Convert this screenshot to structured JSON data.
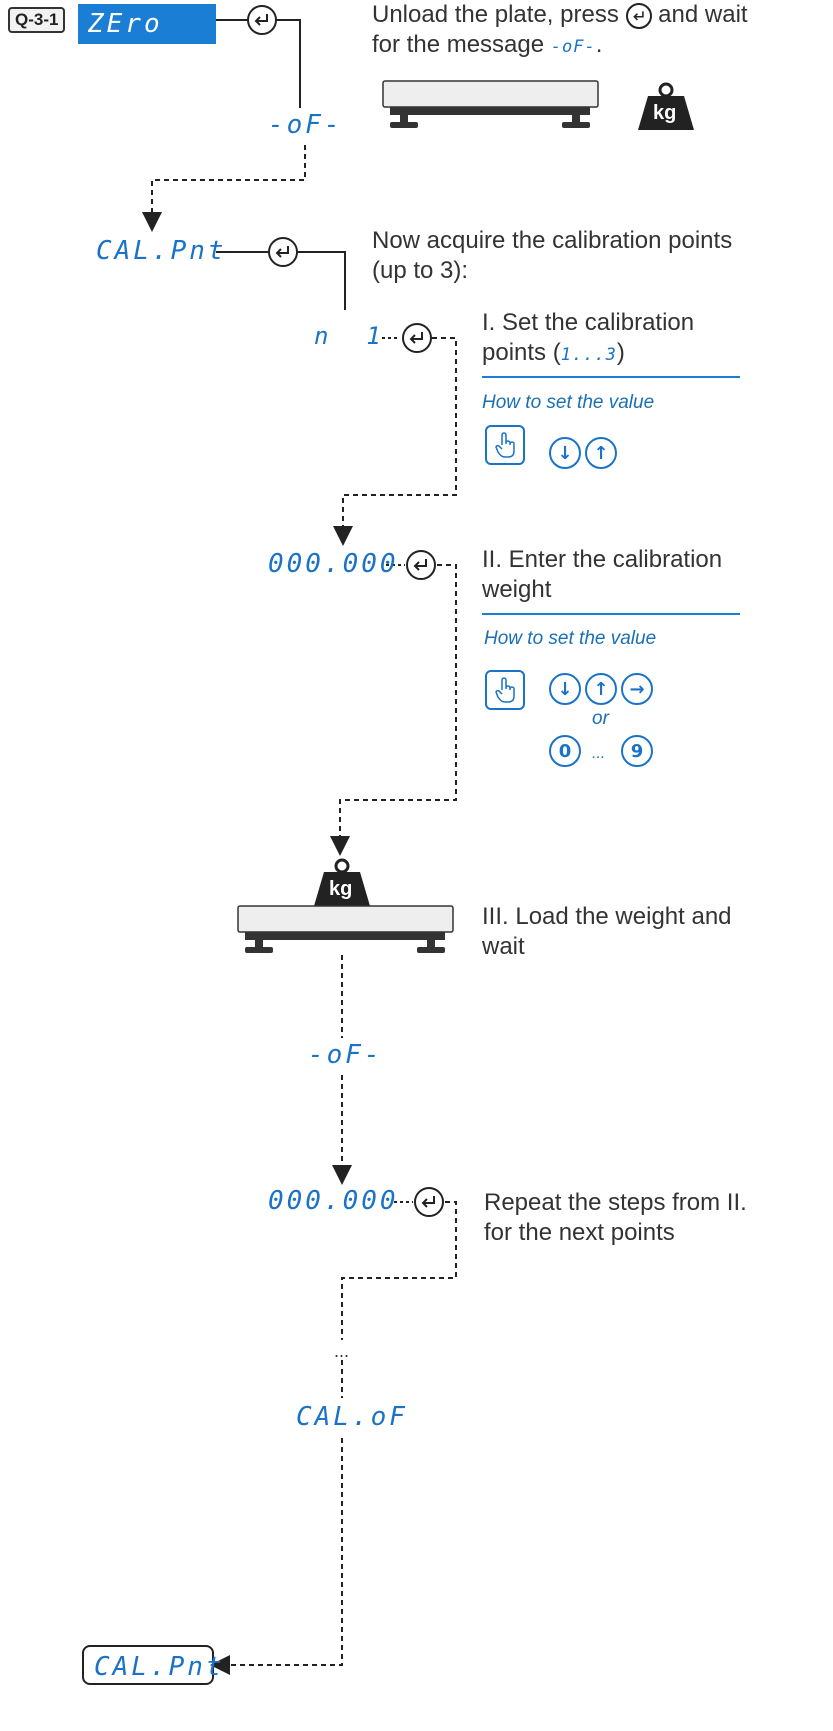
{
  "tag": "Q-3-1",
  "displays": {
    "zero": "ZEro",
    "off_top": "-oF-",
    "cal_pnt": "CAL.Pnt",
    "n_point": "n  1",
    "value_1": "000.000",
    "off_mid": "-oF-",
    "value_2": "000.000",
    "ellipsis": "...",
    "cal_off": "CAL.oF",
    "cal_pnt_final": "CAL.Pnt"
  },
  "steps": {
    "unload_a": "Unload the plate, press",
    "unload_b": "and wait",
    "unload_c": "for the message",
    "unload_code": "-oF-",
    "unload_end": ".",
    "acquire": "Now acquire the calibration points (up to 3):",
    "step1_a": "I. Set the calibration points (",
    "step1_code": "1...3",
    "step1_b": ")",
    "step2": "II. Enter the calibration weight",
    "step3": "III. Load the weight and wait",
    "repeat": "Repeat the steps from II. for the next points"
  },
  "how_to_1": "How to set the value",
  "how_to_2": "How to set the value",
  "or": "or",
  "digit_zero": "0",
  "digit_nine": "9",
  "digit_dots": "...",
  "weight_label_top": "kg",
  "weight_label_mid": "kg",
  "icons": [
    "enter-key-icon",
    "touch-hand-icon",
    "down-arrow-icon",
    "up-arrow-icon",
    "right-arrow-icon",
    "weight-icon",
    "scale-platform-icon"
  ],
  "colors": {
    "accent": "#1a7fd4",
    "segment": "#1a73c6",
    "line": "#222222"
  }
}
